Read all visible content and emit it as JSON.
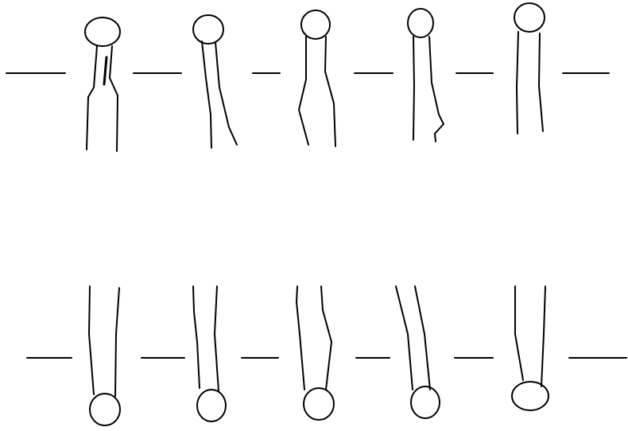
{
  "figure": {
    "background": "#ffffff",
    "ink_color": "#000000",
    "rows": [
      {
        "name": "top-row",
        "head_position": "top",
        "figure_count": 5
      },
      {
        "name": "bottom-row",
        "head_position": "bottom",
        "figure_count": 5
      }
    ]
  }
}
